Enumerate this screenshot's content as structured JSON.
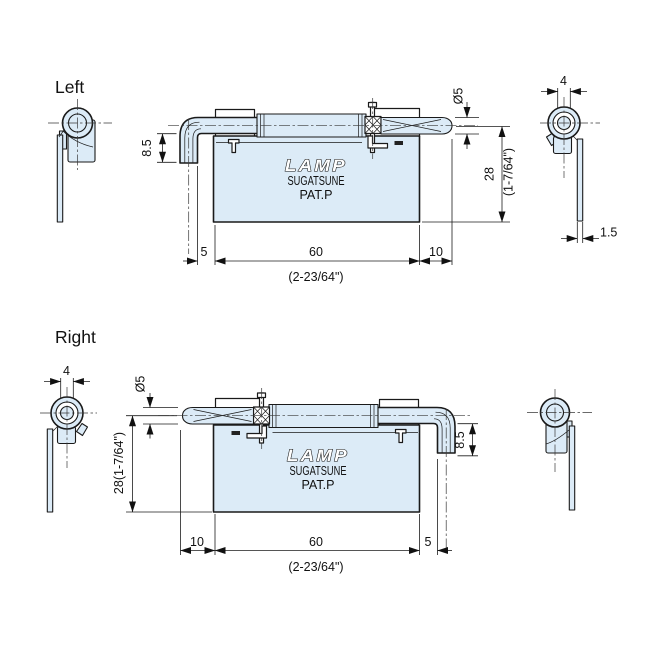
{
  "colors": {
    "background": "#ffffff",
    "part_fill": "#dcebf7",
    "line": "#1a1a1a"
  },
  "left_view": {
    "label": "Left",
    "brand": "LAMP",
    "company": "SUGATSUNE",
    "patent": "PAT.P",
    "dim_bend": "8.5",
    "dim_pin_dia": "Ø5",
    "dim_height_mm": "28",
    "dim_height_in": "(1-7/64\")",
    "dim_offset_left": "5",
    "dim_body": "60",
    "dim_offset_right": "10",
    "dim_total_in": "(2-23/64\")",
    "dim_coil": "4",
    "dim_wire": "1.5"
  },
  "right_view": {
    "label": "Right",
    "brand": "LAMP",
    "company": "SUGATSUNE",
    "patent": "PAT.P",
    "dim_coil": "4",
    "dim_pin_dia": "Ø5",
    "dim_height": "28(1-7/64\")",
    "dim_bend": "8.5",
    "dim_offset_left": "10",
    "dim_body": "60",
    "dim_offset_right": "5",
    "dim_total_in": "(2-23/64\")"
  }
}
